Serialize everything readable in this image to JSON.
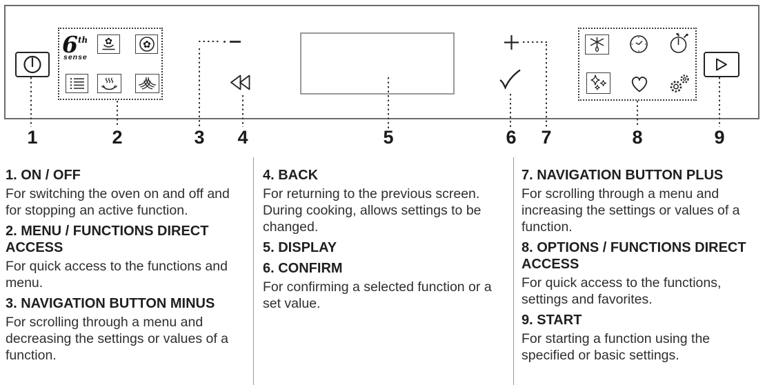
{
  "logo": {
    "six": "6",
    "sup": "th",
    "sense": "sense"
  },
  "callouts": [
    "1",
    "2",
    "3",
    "4",
    "5",
    "6",
    "7",
    "8",
    "9"
  ],
  "colors": {
    "line": "#333333",
    "panel_border": "#6b6b6b",
    "display_border": "#999999",
    "divider": "#999999",
    "text": "#2b2b2b"
  },
  "icons": {
    "power": "power-icon",
    "sixth_sense": "sixth-sense-logo",
    "fan_bake": "fan-bake-icon",
    "fan": "fan-icon",
    "menu": "menu-list-icon",
    "steam": "steam-dish-icon",
    "grill": "grill-waves-icon",
    "minus": "minus-icon",
    "back": "back-icon",
    "display": "display-panel",
    "confirm": "check-icon",
    "plus": "plus-icon",
    "defrost": "defrost-icon",
    "clock": "clock-icon",
    "timer": "timer-icon",
    "clean": "sparkle-clean-icon",
    "favorites": "heart-icon",
    "settings": "gears-icon",
    "start": "start-icon"
  },
  "legend": {
    "col1": [
      {
        "title": "1. ON / OFF",
        "body": [
          "For switching the oven on and off and for stopping an active function."
        ]
      },
      {
        "title": "2. MENU / FUNCTIONS DIRECT ACCESS",
        "body": [
          "For quick access to the functions and menu."
        ]
      },
      {
        "title": "3. NAVIGATION BUTTON MINUS",
        "body": [
          "For scrolling through a menu and decreasing the settings or values of a function."
        ]
      }
    ],
    "col2": [
      {
        "title": "4. BACK",
        "body": [
          "For returning to the previous screen.",
          "During cooking, allows settings to be changed."
        ]
      },
      {
        "title": "5. DISPLAY",
        "body": []
      },
      {
        "title": "6. CONFIRM",
        "body": [
          "For confirming a selected function or a set value."
        ]
      }
    ],
    "col3": [
      {
        "title": "7. NAVIGATION BUTTON PLUS",
        "body": [
          "For scrolling through a menu and increasing the settings or values of a function."
        ]
      },
      {
        "title": "8. OPTIONS / FUNCTIONS DIRECT ACCESS",
        "body": [
          "For quick access to the functions, settings and favorites."
        ]
      },
      {
        "title": "9. START",
        "body": [
          "For starting a function using the specified or basic settings."
        ]
      }
    ]
  }
}
